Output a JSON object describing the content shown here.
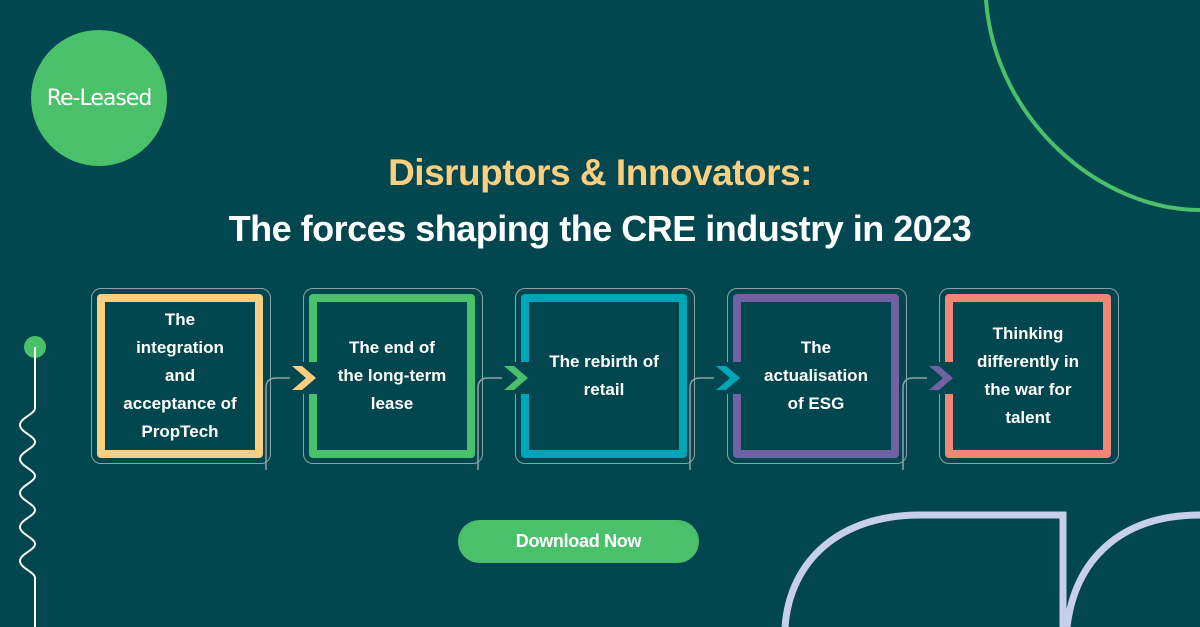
{
  "brand": {
    "logo_text": "Re-Leased",
    "colors": {
      "background": "#02464f",
      "green": "#4bc06b",
      "yellow": "#fbcf7f",
      "teal": "#00a6b8",
      "purple": "#7163a3",
      "coral": "#f08674",
      "lavender": "#c8cfea"
    }
  },
  "header": {
    "title_line1": "Disruptors & Innovators:",
    "title_line2": "The forces shaping the CRE industry in 2023"
  },
  "steps": [
    {
      "label": "The\nintegration\nand\nacceptance of\nPropTech",
      "color": "#fbcf7f"
    },
    {
      "label": "The end of\nthe long-term\nlease",
      "color": "#4bc06b"
    },
    {
      "label": "The rebirth of\nretail",
      "color": "#00a6b8"
    },
    {
      "label": "The\nactualisation\nof ESG",
      "color": "#7163a3"
    },
    {
      "label": "Thinking\ndifferently in\nthe war for\ntalent",
      "color": "#f08674"
    }
  ],
  "arrows": [
    {
      "icon": "chevron-right-icon",
      "color": "#fbcf7f"
    },
    {
      "icon": "chevron-right-icon",
      "color": "#4bc06b"
    },
    {
      "icon": "chevron-right-icon",
      "color": "#00a6b8"
    },
    {
      "icon": "chevron-right-icon",
      "color": "#7163a3"
    }
  ],
  "cta": {
    "label": "Download Now"
  }
}
